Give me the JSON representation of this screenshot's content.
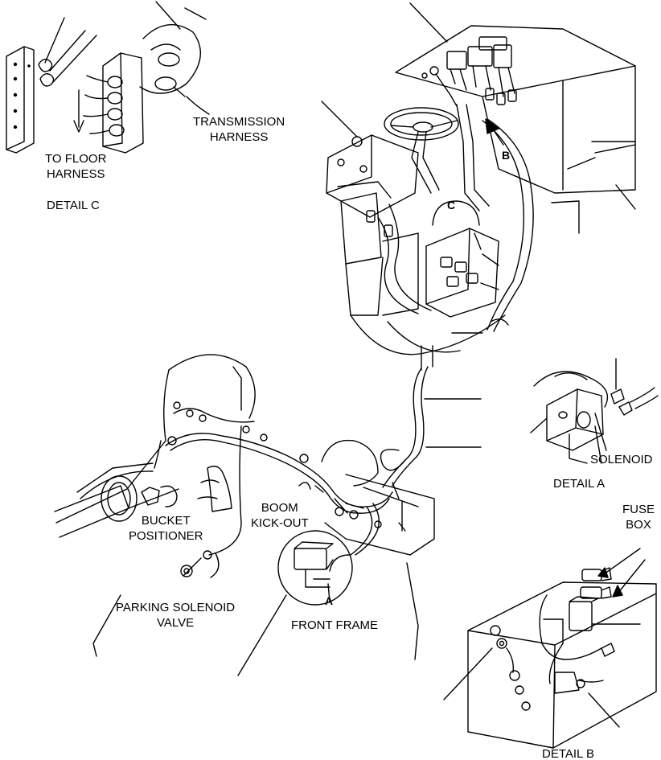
{
  "diagram": {
    "labels": {
      "transmission_harness_1": "TRANSMISSION",
      "transmission_harness_2": "HARNESS",
      "to_floor_harness_1": "TO FLOOR",
      "to_floor_harness_2": "HARNESS",
      "detail_c": "DETAIL C",
      "callout_b": "B",
      "callout_c": "C",
      "callout_a": "A",
      "solenoid": "SOLENOID",
      "detail_a": "DETAIL A",
      "fuse_1": "FUSE",
      "fuse_2": "BOX",
      "boom_1": "BOOM",
      "boom_2": "KICK-OUT",
      "bucket_1": "BUCKET",
      "bucket_2": "POSITIONER",
      "parking_1": "PARKING SOLENOID",
      "parking_2": "VALVE",
      "front_frame": "FRONT FRAME",
      "detail_b": "DETAIL B"
    },
    "colors": {
      "line": "#000000",
      "background": "#ffffff"
    }
  }
}
